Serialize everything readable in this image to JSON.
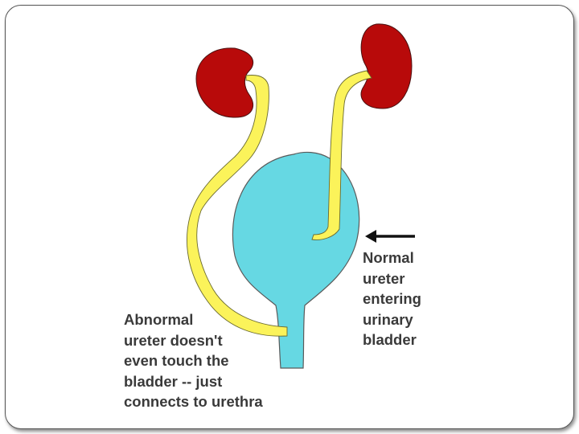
{
  "colors": {
    "kidney": "#b80a0a",
    "ureter": "#fbf35a",
    "bladder": "#66d8e3",
    "outline": "#5a5a5a",
    "text": "#3a3a3a"
  },
  "labels": {
    "normal": [
      "Normal",
      "ureter",
      "entering",
      "urinary",
      "bladder"
    ],
    "abnormal": [
      "Abnormal",
      "ureter doesn't",
      "even touch the",
      "bladder -- just",
      "connects to urethra"
    ]
  },
  "icons": [
    "arrow-left-icon"
  ]
}
